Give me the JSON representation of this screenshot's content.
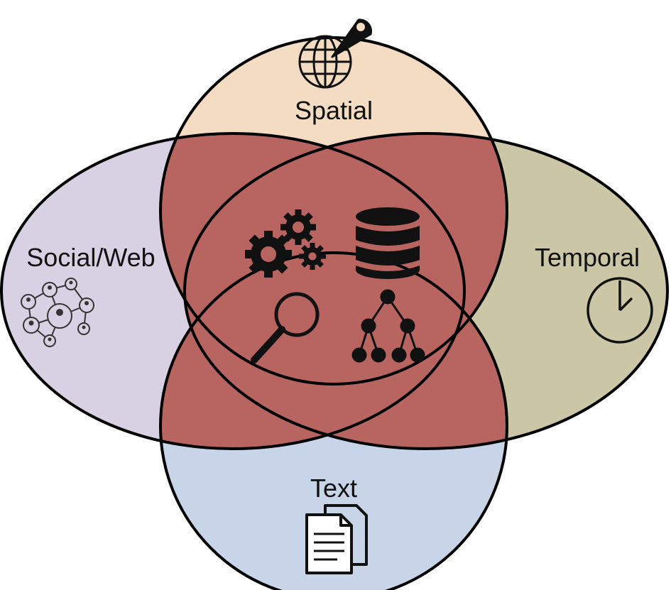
{
  "labels": {
    "spatial": "Spatial",
    "social": "Social/Web",
    "temporal": "Temporal",
    "text": "Text"
  },
  "icons": {
    "spatial": "globe-with-map-pin-icon",
    "social": "social-network-icon",
    "temporal": "clock-icon",
    "text": "documents-icon",
    "center": [
      "gears-icon",
      "database-icon",
      "magnifier-icon",
      "hierarchy-tree-icon"
    ]
  },
  "colors": {
    "spatial": "#f3dcc2",
    "social": "#d7d1e3",
    "temporal": "#cbc6a6",
    "text": "#c8d5e8",
    "overlap": "#b86562",
    "outline": "#000000"
  }
}
